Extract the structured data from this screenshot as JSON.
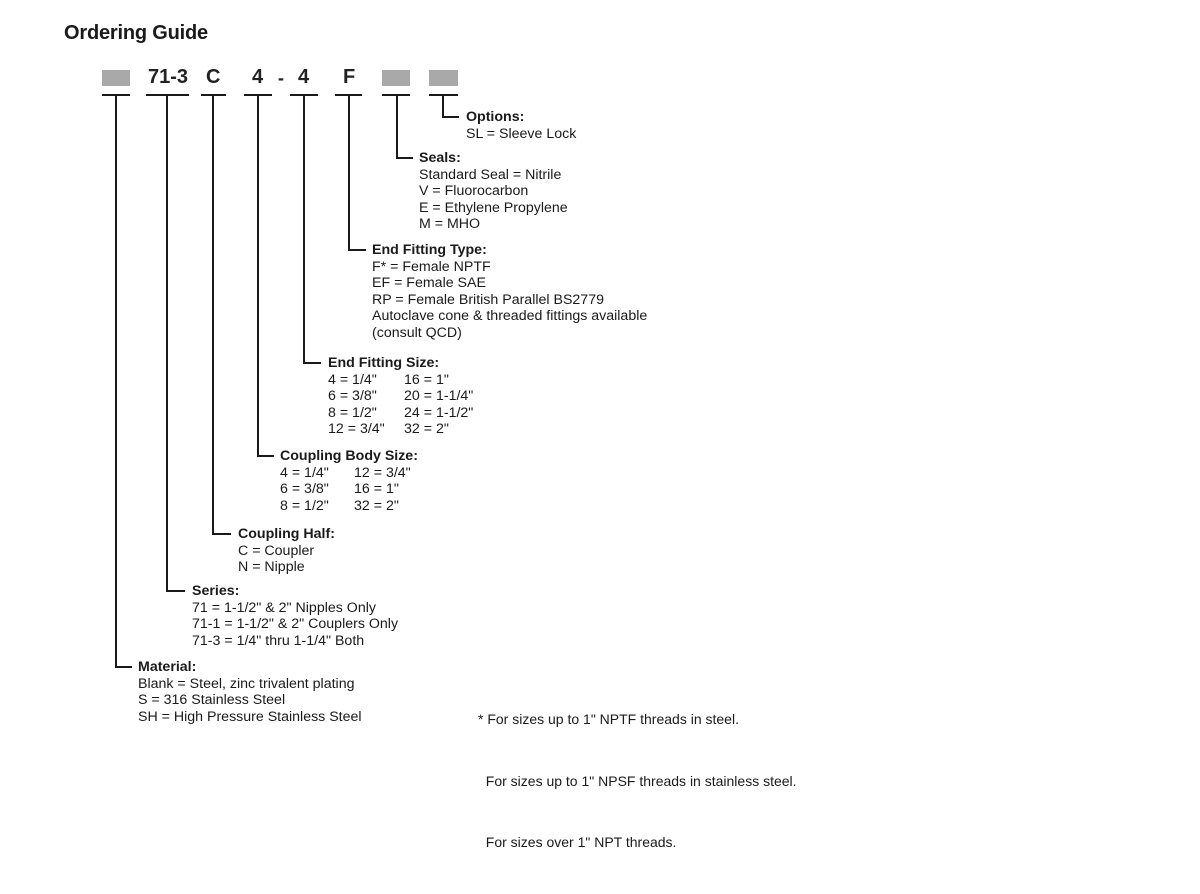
{
  "title": "Ordering Guide",
  "code": {
    "series": "71-3",
    "half": "C",
    "body_size": "4",
    "dash": "-",
    "end_size": "4",
    "end_type": "F"
  },
  "options": {
    "heading": "Options:",
    "items": [
      "SL = Sleeve Lock"
    ]
  },
  "seals": {
    "heading": "Seals:",
    "items": [
      "Standard Seal = Nitrile",
      "V = Fluorocarbon",
      "E = Ethylene Propylene",
      "M = MHO"
    ]
  },
  "end_fitting_type": {
    "heading": "End Fitting Type:",
    "items": [
      "F* = Female NPTF",
      "EF = Female SAE",
      "RP = Female British Parallel BS2779",
      "Autoclave cone & threaded fittings available",
      "(consult QCD)"
    ]
  },
  "end_fitting_size": {
    "heading": "End Fitting Size:",
    "rows": [
      [
        "4 = 1/4\"",
        "16 = 1\""
      ],
      [
        "6 = 3/8\"",
        "20 = 1-1/4\""
      ],
      [
        "8 = 1/2\"",
        "24 = 1-1/2\""
      ],
      [
        "12 = 3/4\"",
        "32 = 2\""
      ]
    ]
  },
  "coupling_body_size": {
    "heading": "Coupling Body Size:",
    "rows": [
      [
        "4 = 1/4\"",
        "12 = 3/4\""
      ],
      [
        "6 = 3/8\"",
        "16 = 1\""
      ],
      [
        "8 = 1/2\"",
        "32 = 2\""
      ]
    ]
  },
  "coupling_half": {
    "heading": "Coupling Half:",
    "items": [
      "C = Coupler",
      "N = Nipple"
    ]
  },
  "series": {
    "heading": "Series:",
    "items": [
      "71 = 1-1/2\" & 2\" Nipples Only",
      "71-1 = 1-1/2\" & 2\" Couplers Only",
      "71-3 = 1/4\" thru 1-1/4\" Both"
    ]
  },
  "material": {
    "heading": "Material:",
    "items": [
      "Blank = Steel, zinc trivalent plating",
      "S = 316 Stainless Steel",
      "SH = High Pressure Stainless Steel"
    ]
  },
  "footnote": {
    "lines": [
      "* For sizes up to 1\" NPTF threads in steel.",
      "  For sizes up to 1\" NPSF threads in stainless steel.",
      "  For sizes over 1\" NPT threads."
    ]
  }
}
